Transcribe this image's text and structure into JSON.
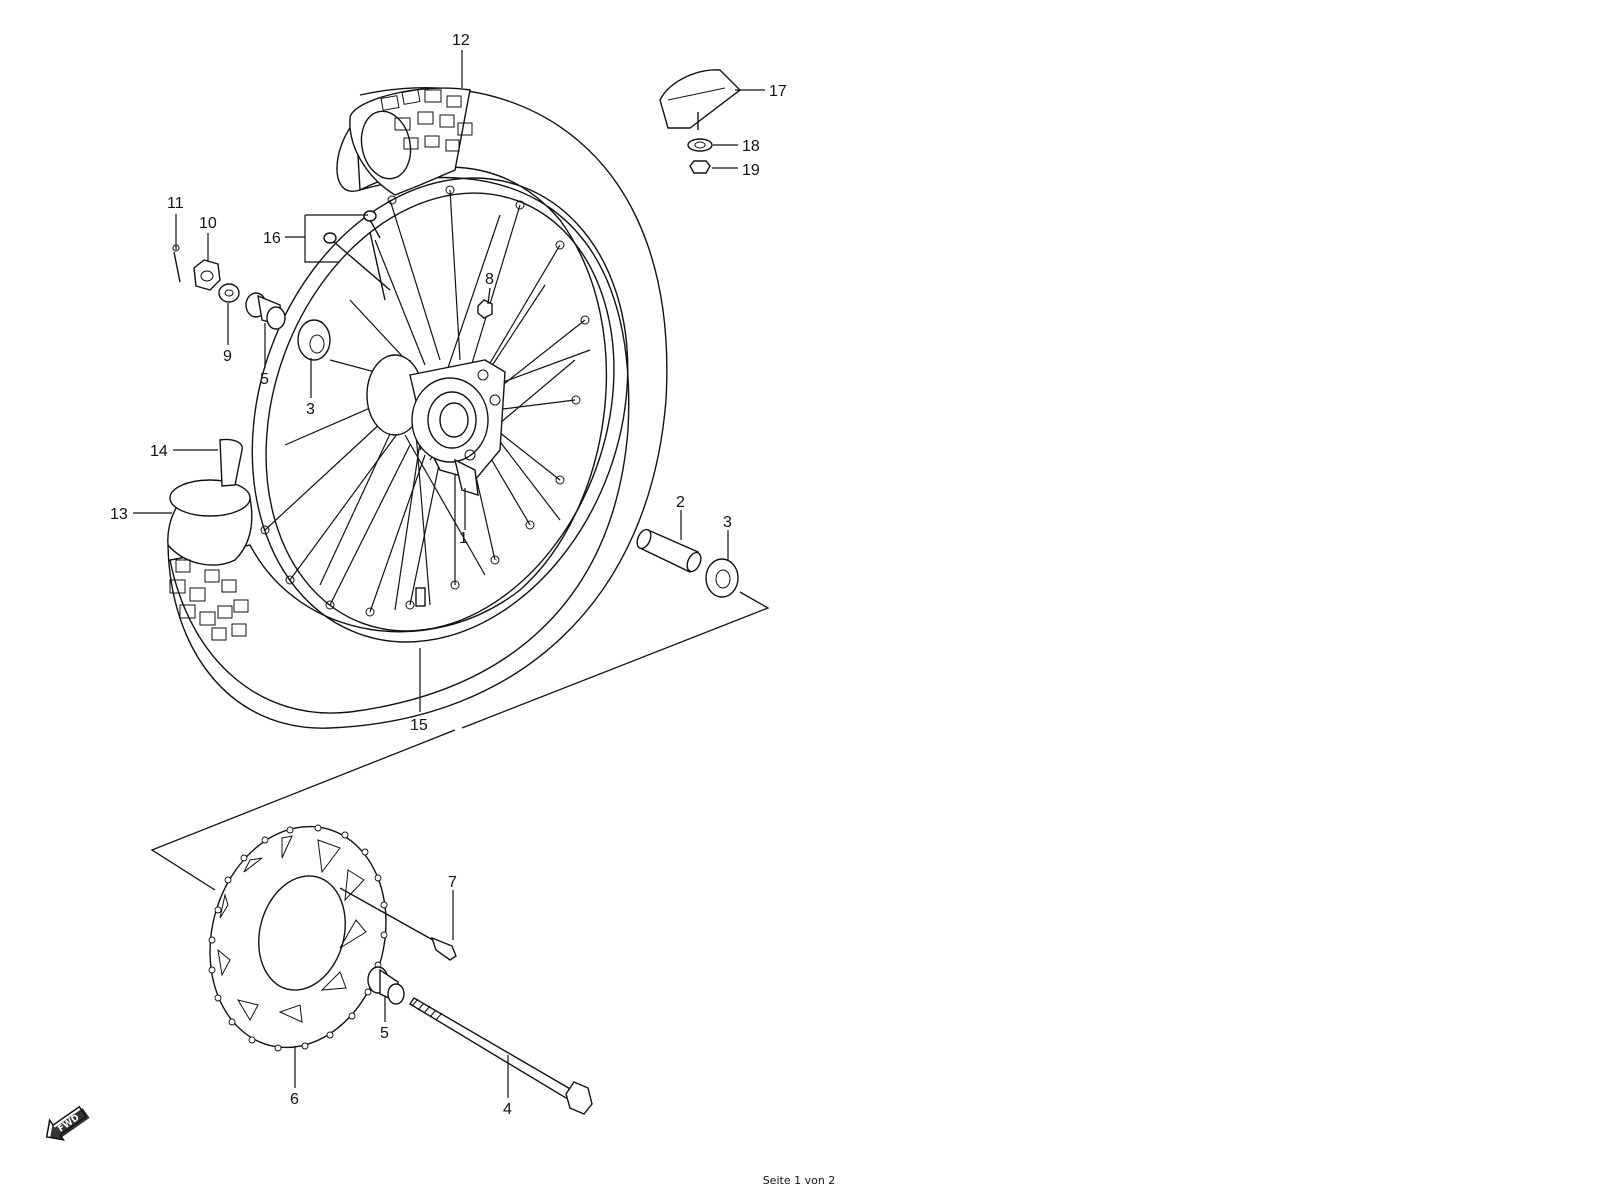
{
  "footer": "Seite 1 von 2",
  "fwd_badge": "FWD",
  "callouts": [
    "12",
    "17",
    "18",
    "19",
    "11",
    "10",
    "16",
    "8",
    "9",
    "5",
    "3",
    "14",
    "13",
    "2",
    "3",
    "1",
    "15",
    "7",
    "5",
    "6",
    "4"
  ]
}
